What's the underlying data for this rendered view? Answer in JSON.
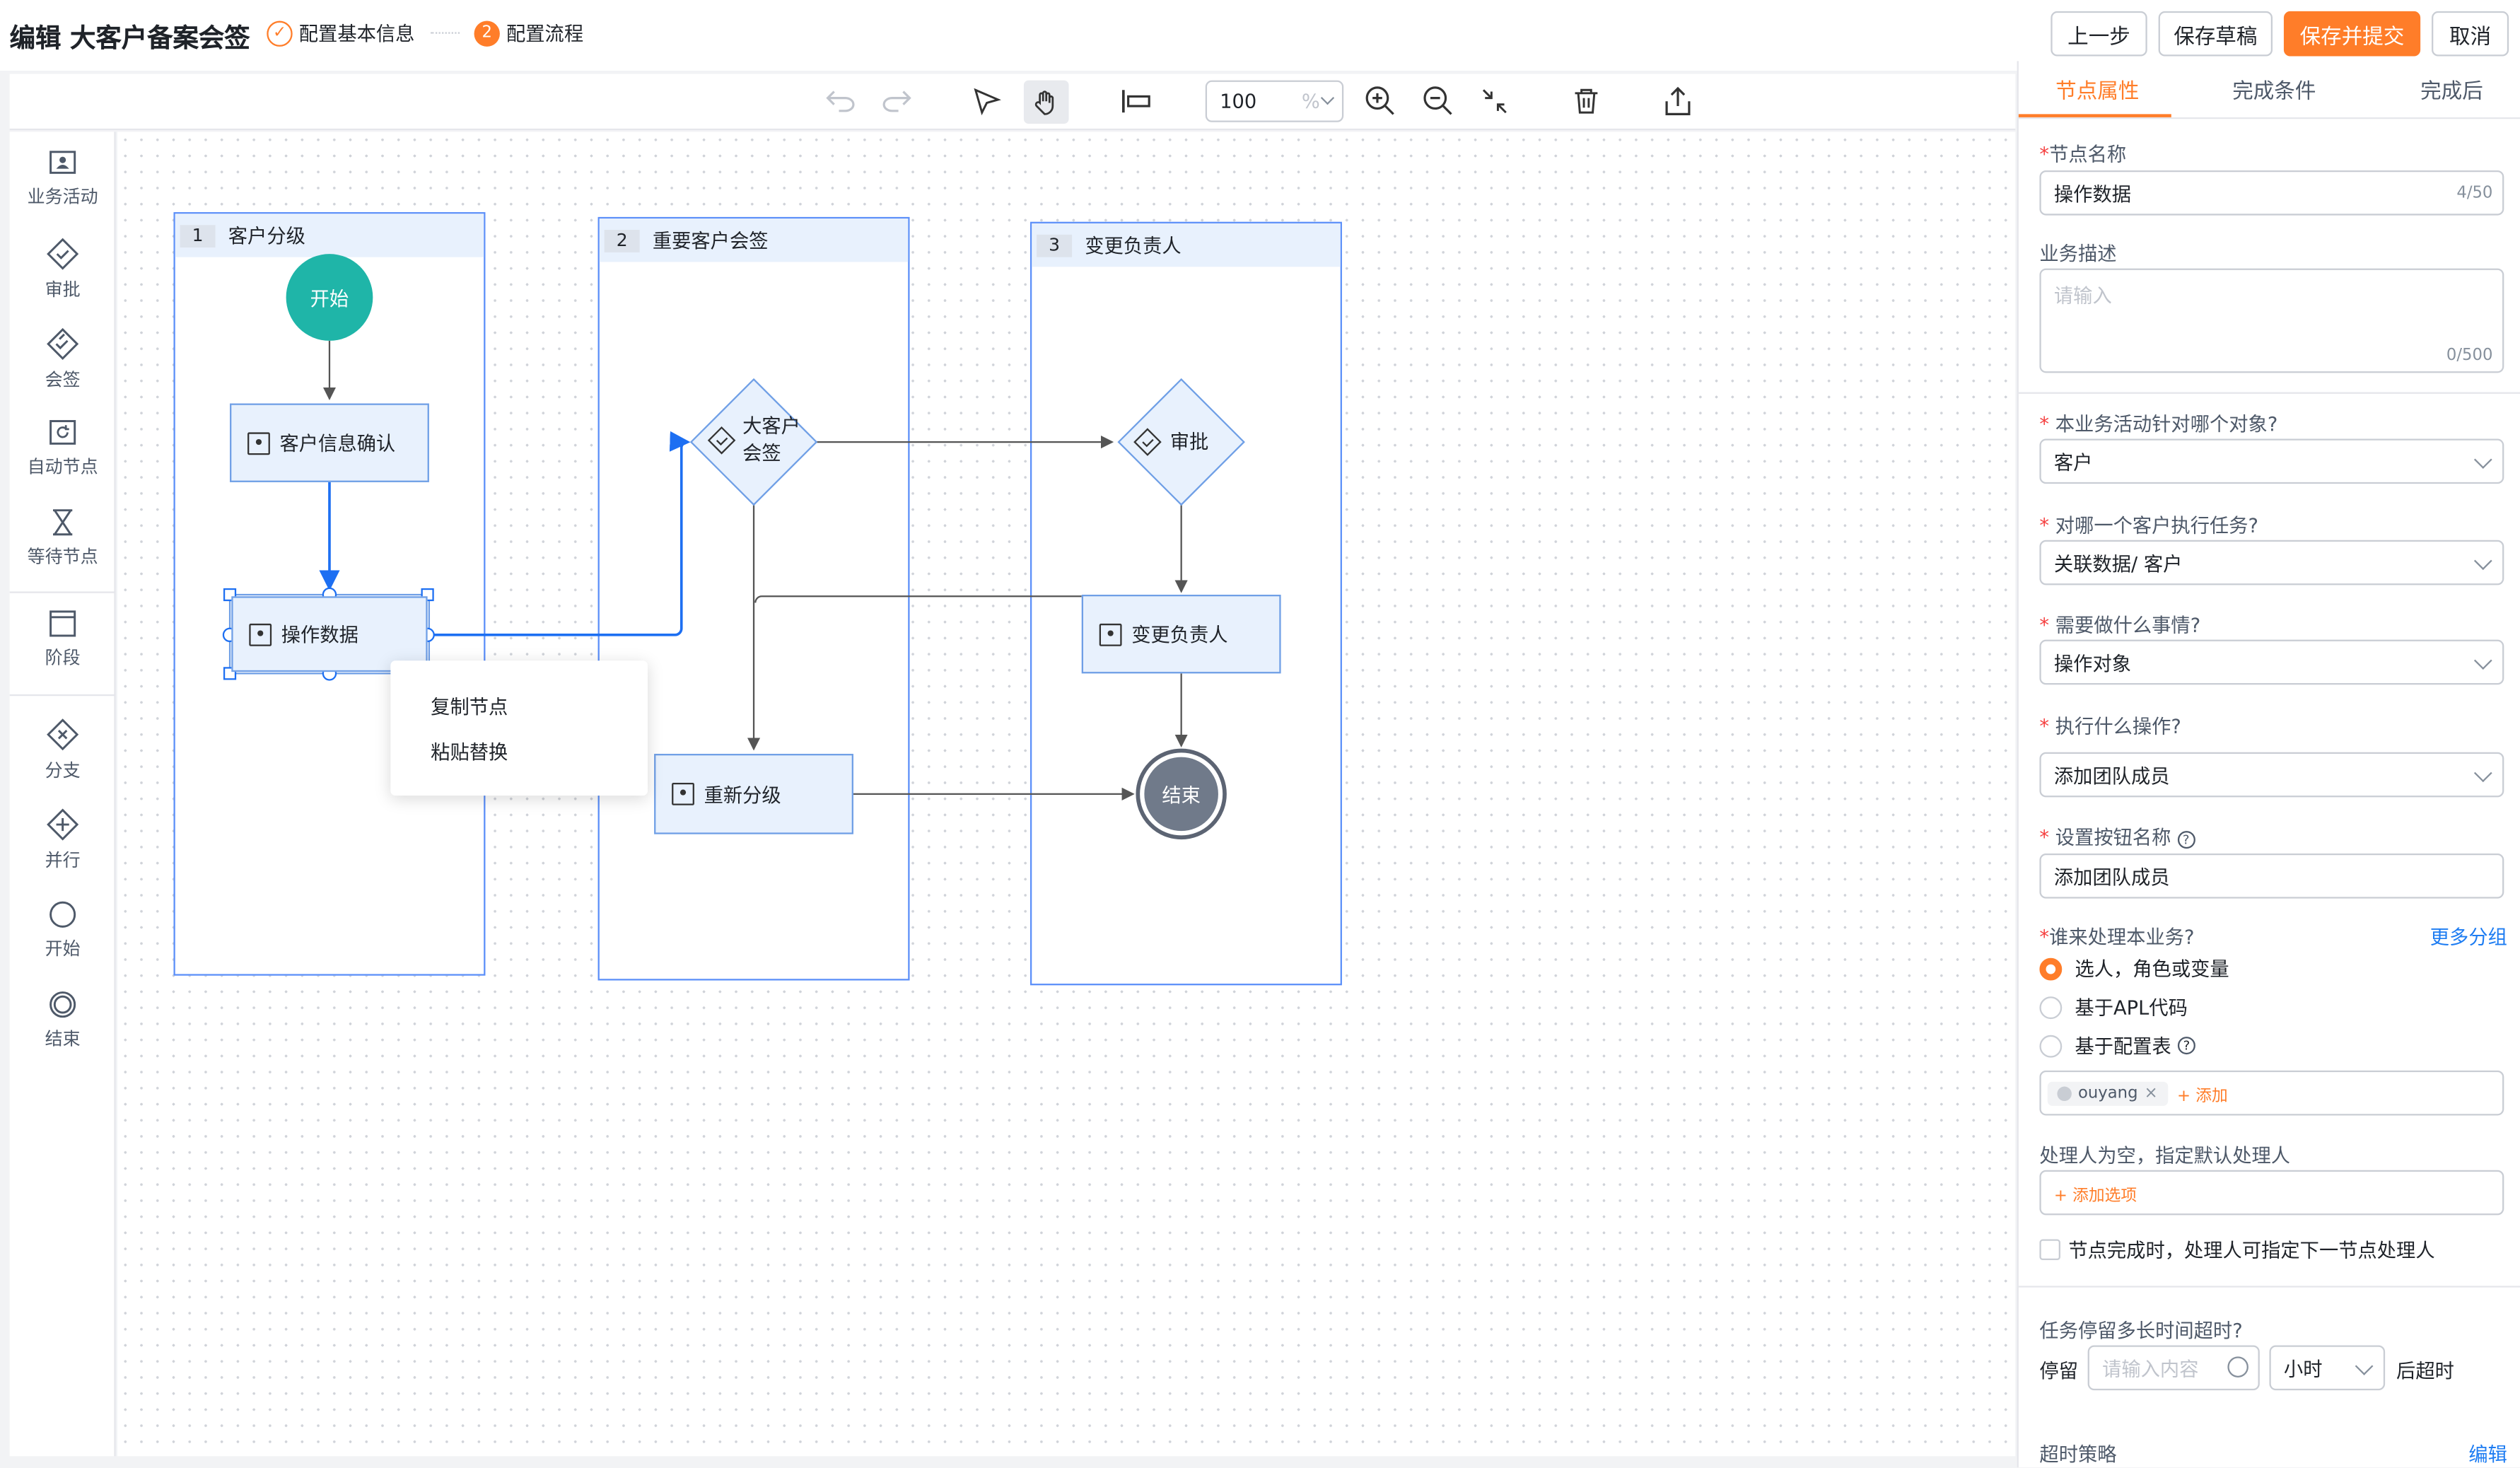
{
  "header": {
    "title": "编辑 大客户备案会签",
    "step1_label": "配置基本信息",
    "step2_num": "2",
    "step2_label": "配置流程",
    "btn_prev": "上一步",
    "btn_draft": "保存草稿",
    "btn_submit": "保存并提交",
    "btn_cancel": "取消"
  },
  "toolbar": {
    "zoom_value": "100",
    "zoom_unit": "%"
  },
  "sidebar": {
    "items": [
      {
        "label": "业务活动"
      },
      {
        "label": "审批"
      },
      {
        "label": "会签"
      },
      {
        "label": "自动节点"
      },
      {
        "label": "等待节点"
      },
      {
        "label": "阶段"
      },
      {
        "label": "分支"
      },
      {
        "label": "并行"
      },
      {
        "label": "开始"
      },
      {
        "label": "结束"
      }
    ]
  },
  "canvas": {
    "lanes": [
      {
        "num": "1",
        "title": "客户分级"
      },
      {
        "num": "2",
        "title": "重要客户会签"
      },
      {
        "num": "3",
        "title": "变更负责人"
      }
    ],
    "nodes": {
      "start": "开始",
      "customer_confirm": "客户信息确认",
      "operate_data": "操作数据",
      "countersign": "大客户\n会签",
      "countersign_l1": "大客户",
      "countersign_l2": "会签",
      "approve": "审批",
      "change_owner": "变更负责人",
      "regrade": "重新分级",
      "end": "结束"
    },
    "context_menu": {
      "copy": "复制节点",
      "paste_replace": "粘贴替换"
    }
  },
  "panel": {
    "tabs": [
      "节点属性",
      "完成条件",
      "完成后"
    ],
    "node_name_label": "节点名称",
    "node_name_value": "操作数据",
    "node_name_count": "4/50",
    "desc_label": "业务描述",
    "desc_placeholder": "请输入",
    "desc_count": "0/500",
    "q_object_label": "本业务活动针对哪个对象?",
    "q_object_value": "客户",
    "q_customer_label": "对哪一个客户执行任务?",
    "q_customer_value": "关联数据/ 客户",
    "q_todo_label": "需要做什么事情?",
    "q_todo_value": "操作对象",
    "q_op_label": "执行什么操作?",
    "q_op_value": "添加团队成员",
    "q_btnname_label": "设置按钮名称",
    "q_btnname_value": "添加团队成员",
    "q_handler_label": "谁来处理本业务?",
    "more_group": "更多分组",
    "radio_opt1": "选人，角色或变量",
    "radio_opt2": "基于APL代码",
    "radio_opt3": "基于配置表",
    "tag_user": "ouyang",
    "tag_add": "+ 添加",
    "default_handler_label": "处理人为空，指定默认处理人",
    "add_option": "+ 添加选项",
    "checkbox_label": "节点完成时，处理人可指定下一节点处理人",
    "timeout_label": "任务停留多长时间超时?",
    "stay_label": "停留",
    "stay_placeholder": "请输入内容",
    "unit_value": "小时",
    "after_timeout": "后超时",
    "timeout_policy": "超时策略",
    "edit_link": "编辑"
  },
  "colors": {
    "accent": "#ff7d29",
    "link": "#1d7cf2",
    "start_node": "#1fb5a8",
    "end_node": "#707a8a",
    "node_fill": "#e8f1fd",
    "lane_border": "#5b8ff9"
  }
}
